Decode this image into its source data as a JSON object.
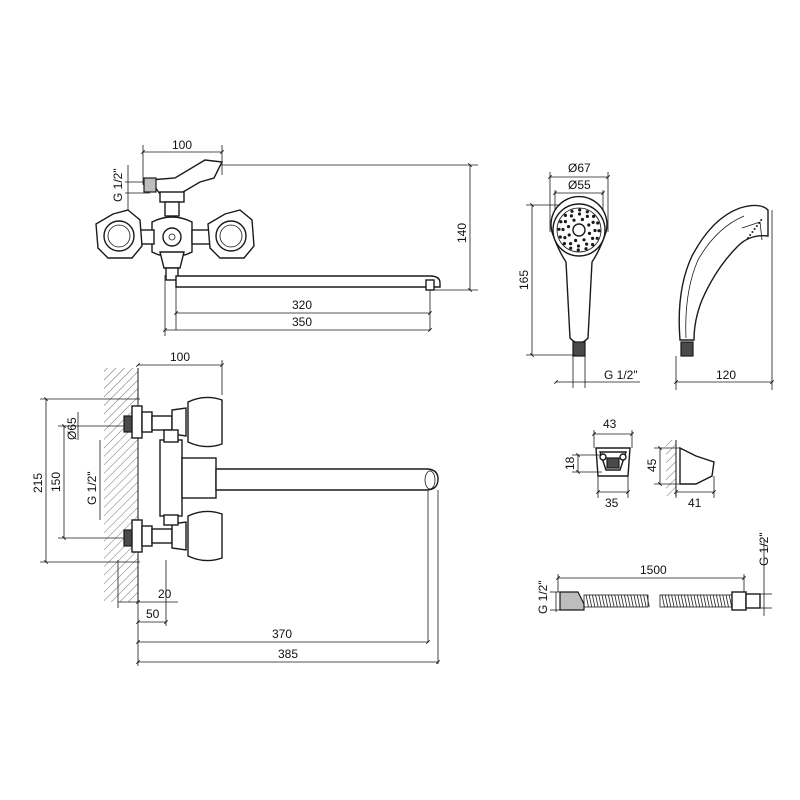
{
  "labels": {
    "top_width": "100",
    "top_thread": "G 1/2\"",
    "top_height": "140",
    "top_spout_320": "320",
    "top_spout_350": "350",
    "side_width": "100",
    "side_dia": "Ø65",
    "side_thread": "G 1/2\"",
    "side_height_215": "215",
    "side_height_150": "150",
    "side_20": "20",
    "side_50": "50",
    "side_370": "370",
    "side_385": "385",
    "head_d67": "Ø67",
    "head_d55": "Ø55",
    "head_height": "165",
    "head_thread": "G 1/2\"",
    "head_side_width": "120",
    "holder_width": "43",
    "holder_depth": "18",
    "holder_height": "45",
    "holder_base": "35",
    "holder_side": "41",
    "hose_length": "1500",
    "hose_thread_left": "G 1/2\"",
    "hose_thread_right": "G 1/2\""
  }
}
